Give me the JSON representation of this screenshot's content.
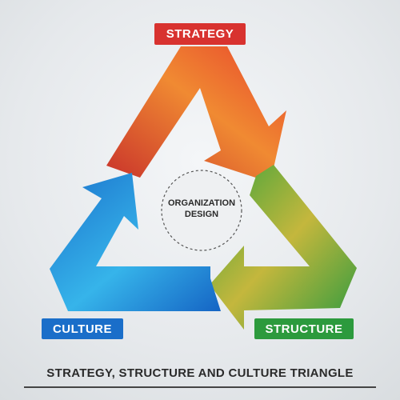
{
  "nodes": {
    "strategy": "STRATEGY",
    "culture": "CULTURE",
    "structure": "STRUCTURE"
  },
  "center": {
    "line1": "ORGANIZATION",
    "line2": "DESIGN"
  },
  "title": "STRATEGY, STRUCTURE AND CULTURE TRIANGLE",
  "colors": {
    "strategy": "#d8322f",
    "strategy_light": "#f29a3b",
    "culture": "#1a6ec9",
    "culture_light": "#35b6ec",
    "structure": "#2c9a3d",
    "structure_light": "#c0b83a"
  }
}
